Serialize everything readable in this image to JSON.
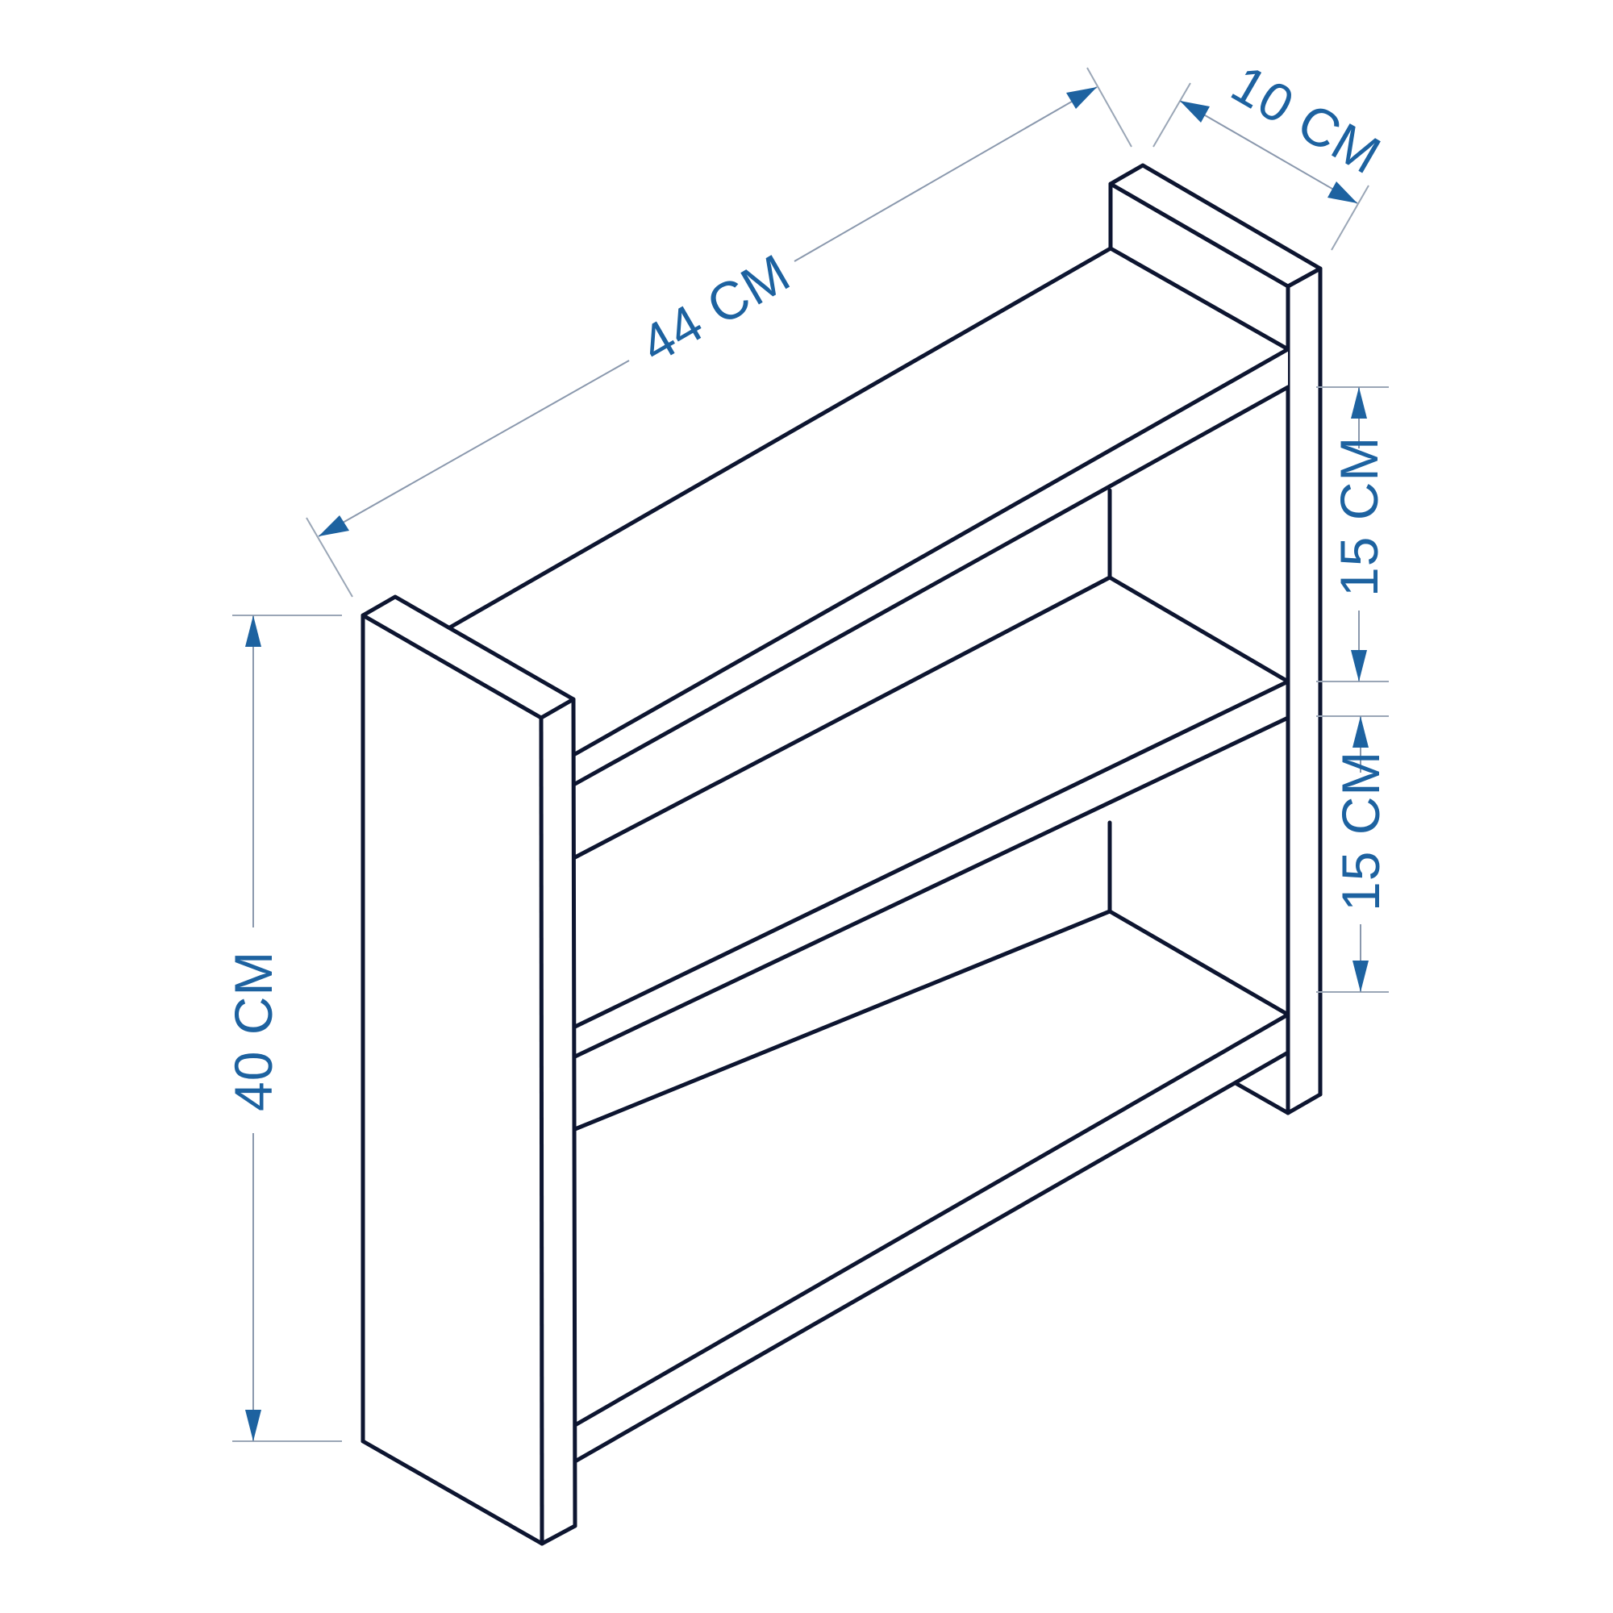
{
  "figure": {
    "subject": "wall-mounted shelf with three shelves, isometric line drawing",
    "line_color": "#0d1530",
    "dimension_color": "#1d62a0",
    "extension_line_color": "#9aa6b6",
    "background": "#ffffff"
  },
  "dimensions": {
    "width": {
      "label": "44 CM",
      "value": 44,
      "unit": "CM"
    },
    "depth": {
      "label": "10 CM",
      "value": 10,
      "unit": "CM"
    },
    "height": {
      "label": "40 CM",
      "value": 40,
      "unit": "CM"
    },
    "upper_spacing": {
      "label": "15 CM",
      "value": 15,
      "unit": "CM"
    },
    "lower_spacing": {
      "label": "15 CM",
      "value": 15,
      "unit": "CM"
    }
  },
  "parts": {
    "shelf_count": 3,
    "side_panels": 2
  }
}
